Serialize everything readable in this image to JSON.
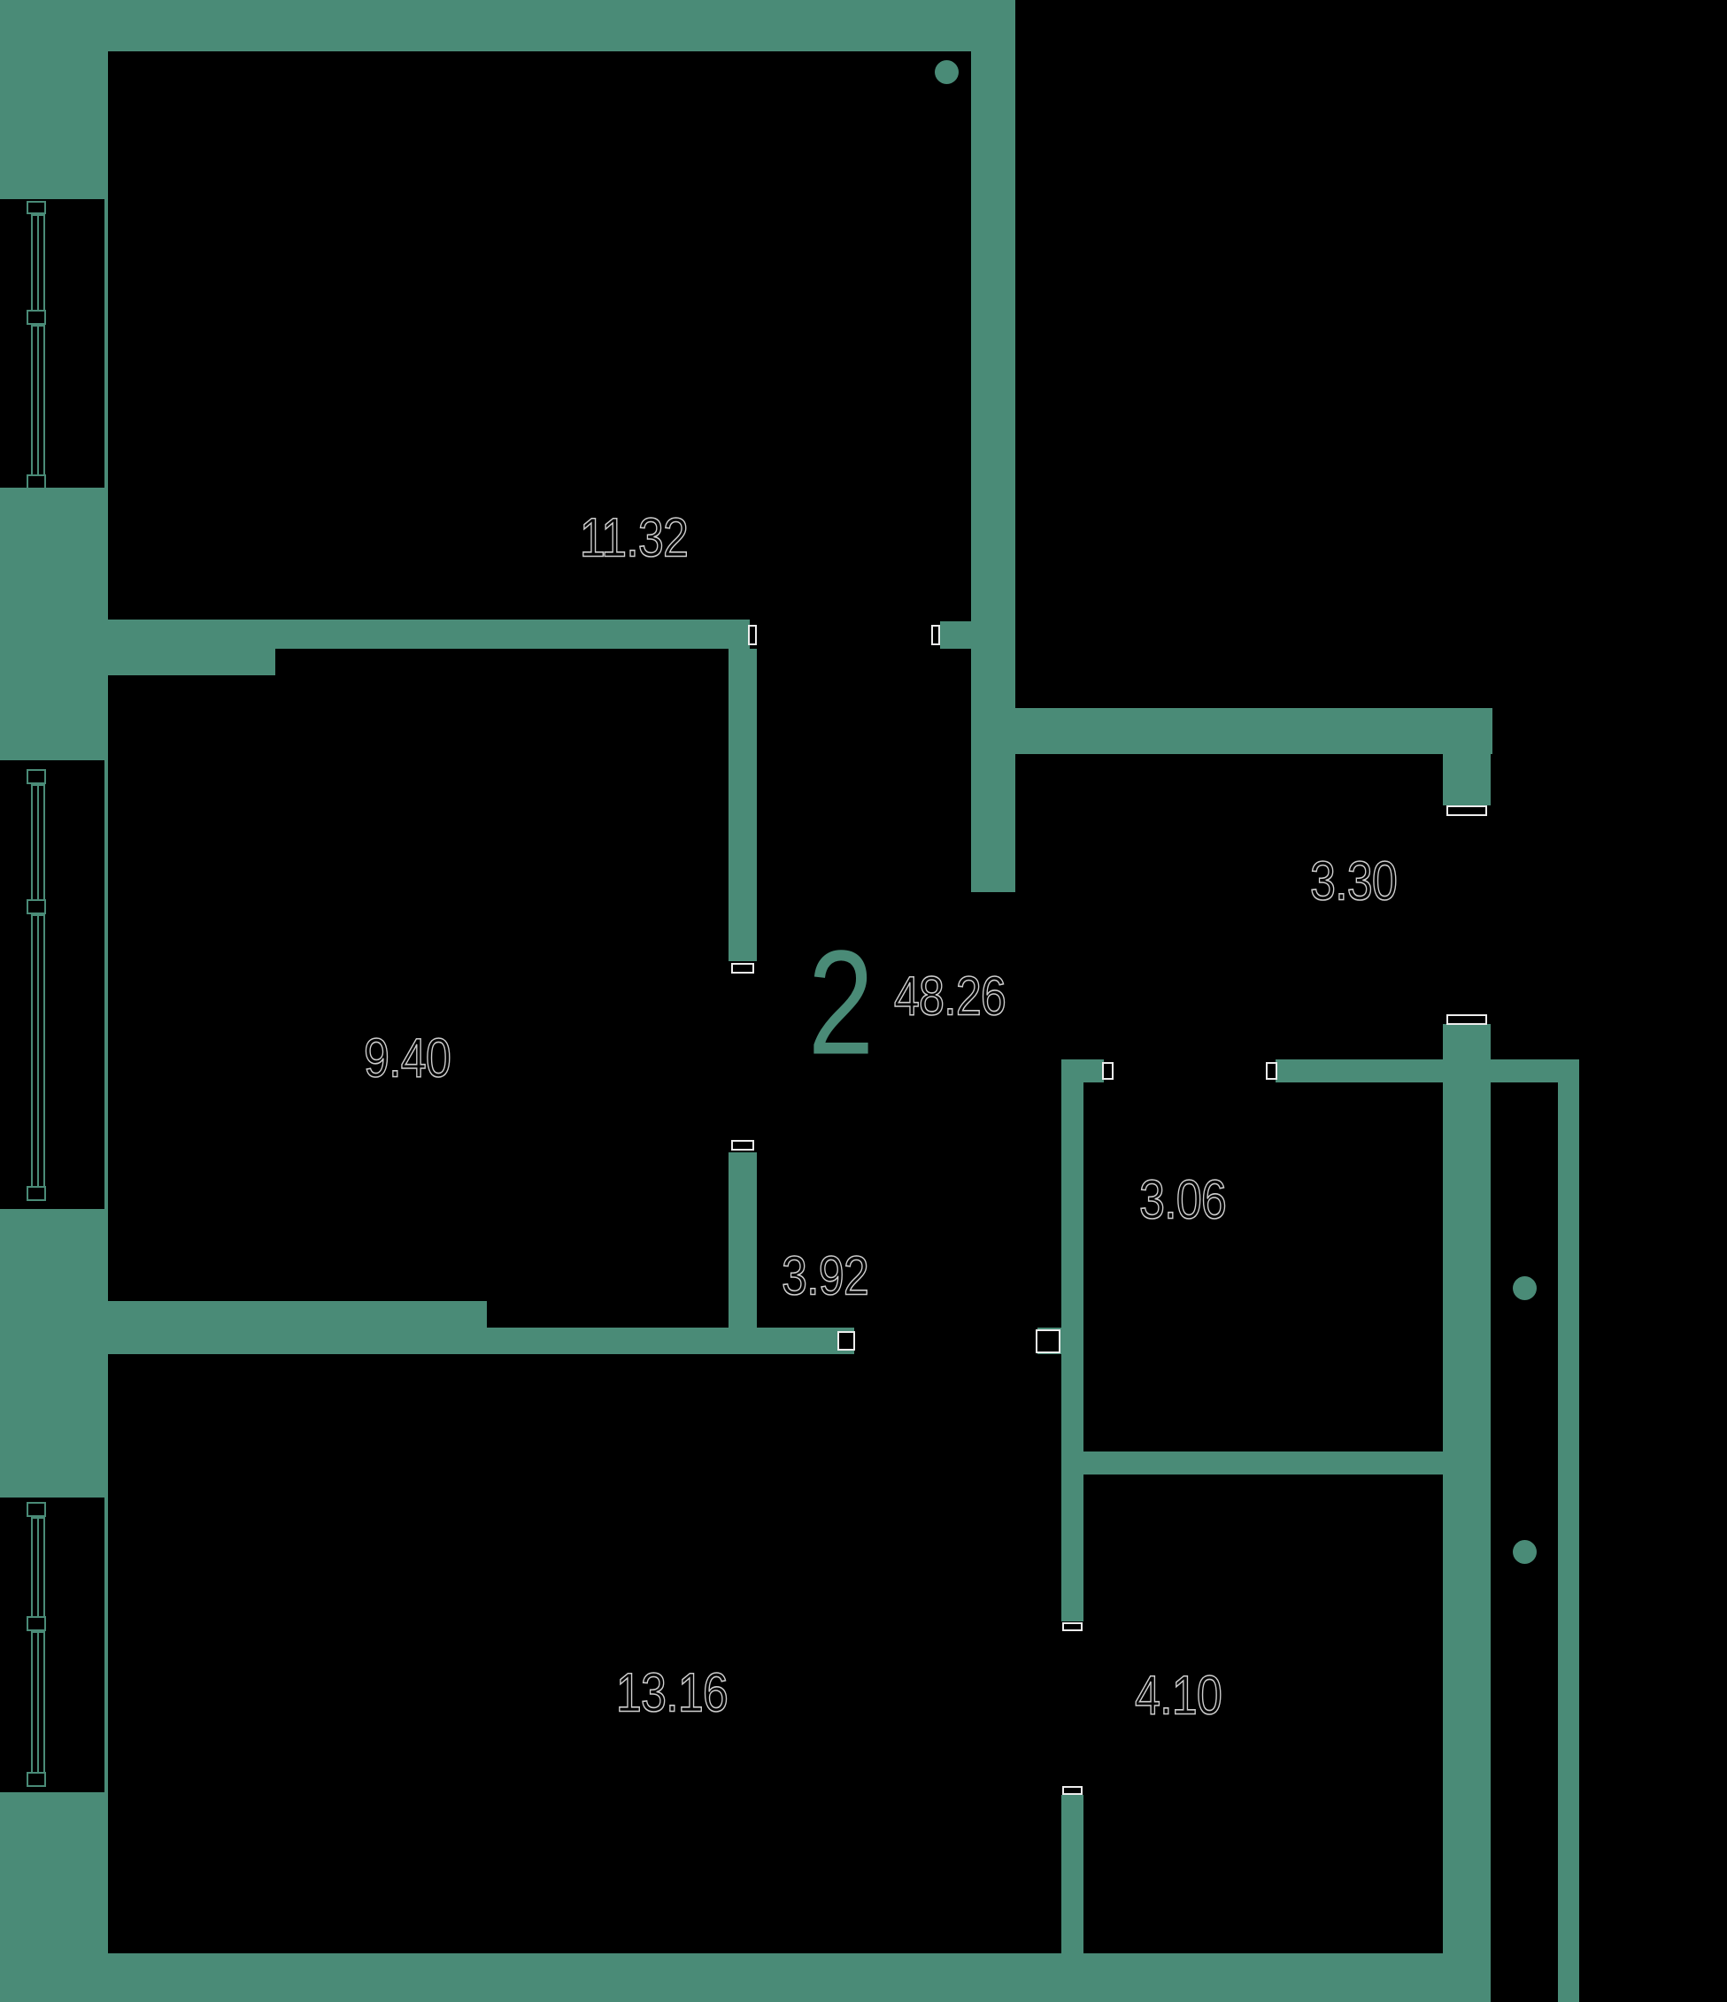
{
  "floorplan": {
    "summary": {
      "rooms_count": "2",
      "total_area": "48.26"
    },
    "rooms": [
      {
        "id": "room-top",
        "area": "11.32"
      },
      {
        "id": "room-middle-left",
        "area": "9.40"
      },
      {
        "id": "niche-right",
        "area": "3.30"
      },
      {
        "id": "corridor",
        "area": "3.92"
      },
      {
        "id": "small-room-right",
        "area": "3.06"
      },
      {
        "id": "room-bottom-left",
        "area": "13.16"
      },
      {
        "id": "room-bottom-right",
        "area": "4.10"
      }
    ],
    "colors": {
      "wall": "#4a8b77",
      "bg": "#000000",
      "label_outline": "#cfcfcf",
      "jamb": "#ededed"
    }
  }
}
